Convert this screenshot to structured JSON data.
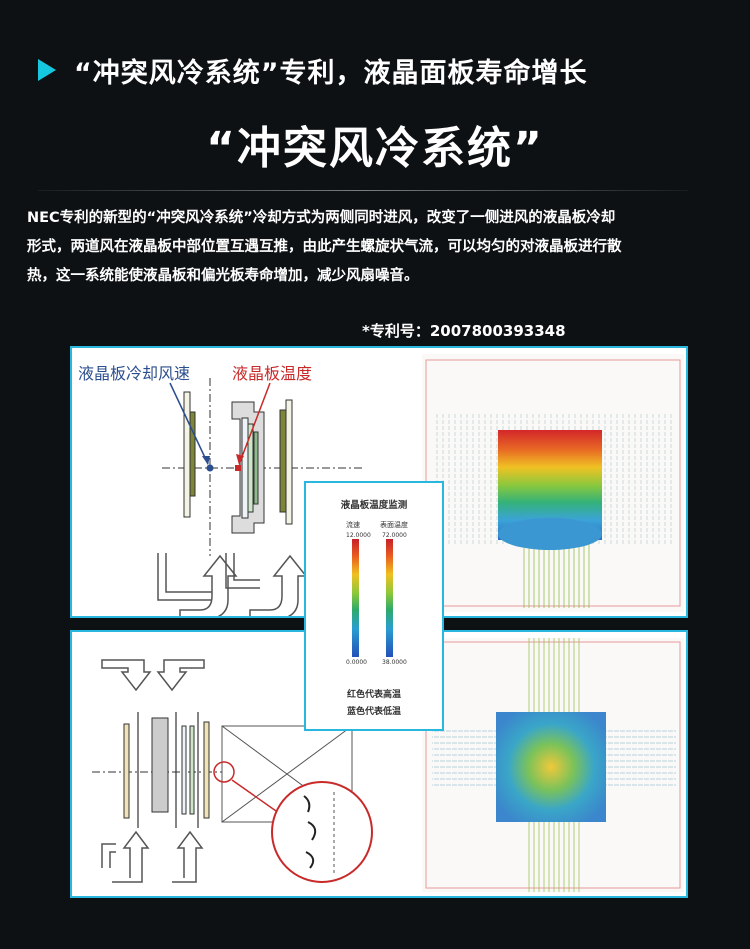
{
  "header": {
    "heading": "“冲突风冷系统”专利，液晶面板寿命增长",
    "title": "“冲突风冷系统”"
  },
  "description": [
    "NEC专利的新型的“冲突风冷系统”冷却方式为两侧同时进风，改变了一侧进风的液晶板冷却",
    "形式，两道风在液晶板中部位置互遇互推，由此产生螺旋状气流，可以均匀的对液晶板进行散",
    "热，这一系统能使液晶板和偏光板寿命增加，减少风扇噪音。"
  ],
  "patent": "*专利号：2007800393348",
  "diagram": {
    "label_airspeed": "液晶板冷却风速",
    "label_temp": "液晶板温度"
  },
  "legend": {
    "title": "液晶板温度监测",
    "col1": "流速",
    "col2": "表面温度",
    "top1": "12.0000",
    "top2": "72.0000",
    "bottom1": "0.0000",
    "bottom2": "38.0000",
    "note1": "红色代表高温",
    "note2": "蓝色代表低温"
  },
  "colors": {
    "accent": "#15c8e0",
    "background": "#0e1114",
    "frame": "#28b8df"
  }
}
